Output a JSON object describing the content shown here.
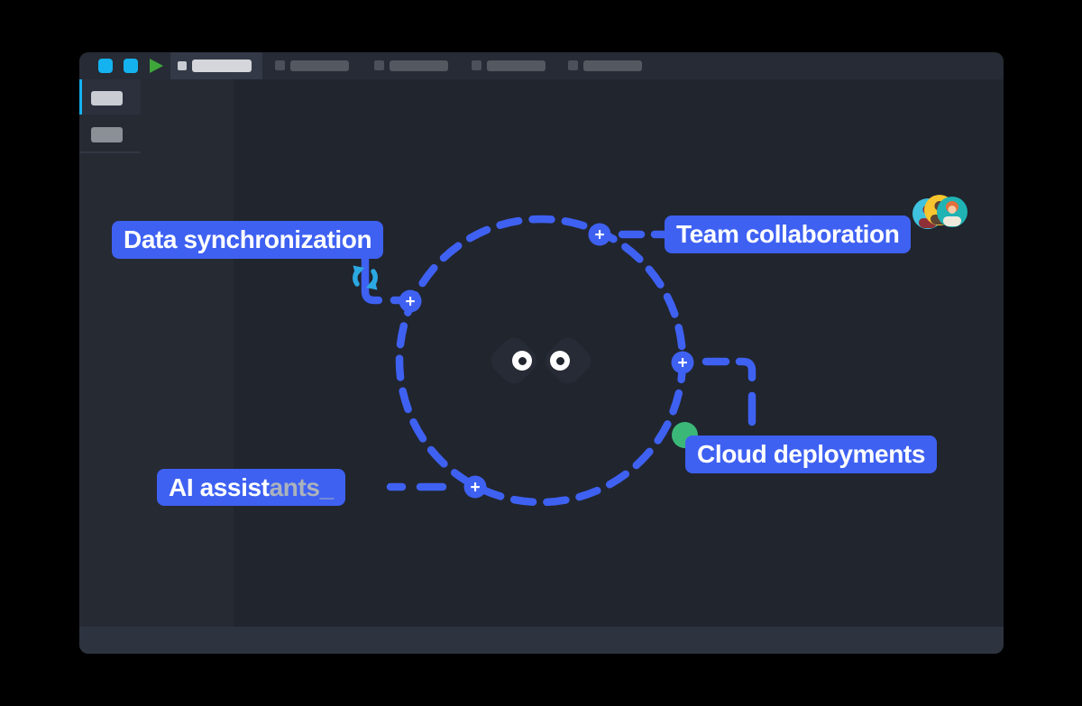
{
  "window": {
    "type": "code-editor-mockup",
    "titlebar": {
      "control_count": 2,
      "run_icon": "play-icon",
      "tab_count": 5,
      "active_tab_index": 0
    },
    "sidebar": {
      "item_count": 2,
      "active_index": 0
    }
  },
  "canvas": {
    "ring": {
      "style": "dashed",
      "color": "#3E61F2"
    },
    "nodes": {
      "count": 4,
      "glyph": "+"
    },
    "callouts": [
      {
        "label": "Data synchronization",
        "icon": "sync-icon"
      },
      {
        "label": "Team collaboration",
        "icon": "team-avatars-icon"
      },
      {
        "label": "Cloud deployments",
        "icon": "green-status-dot"
      },
      {
        "label_typed": "AI assist",
        "label_pending": "ants_",
        "icon": "typing-cursor"
      }
    ],
    "mascot": "peeking-eyes"
  },
  "colors": {
    "accent_blue": "#3E61F2",
    "accent_cyan": "#15B2F0",
    "sync_cyan": "#2BA9E2",
    "green_dot": "#3BB878",
    "run_green": "#3FA63C",
    "window_bg": "#21252E",
    "sidebar_bg": "#262A33",
    "titlebar_bg": "#262B35",
    "statusbar_bg": "#2E3340",
    "active_tab_bg": "#333947",
    "chip_text": "#FFFFFF",
    "chip_pending_text": "#ABB2BC"
  }
}
